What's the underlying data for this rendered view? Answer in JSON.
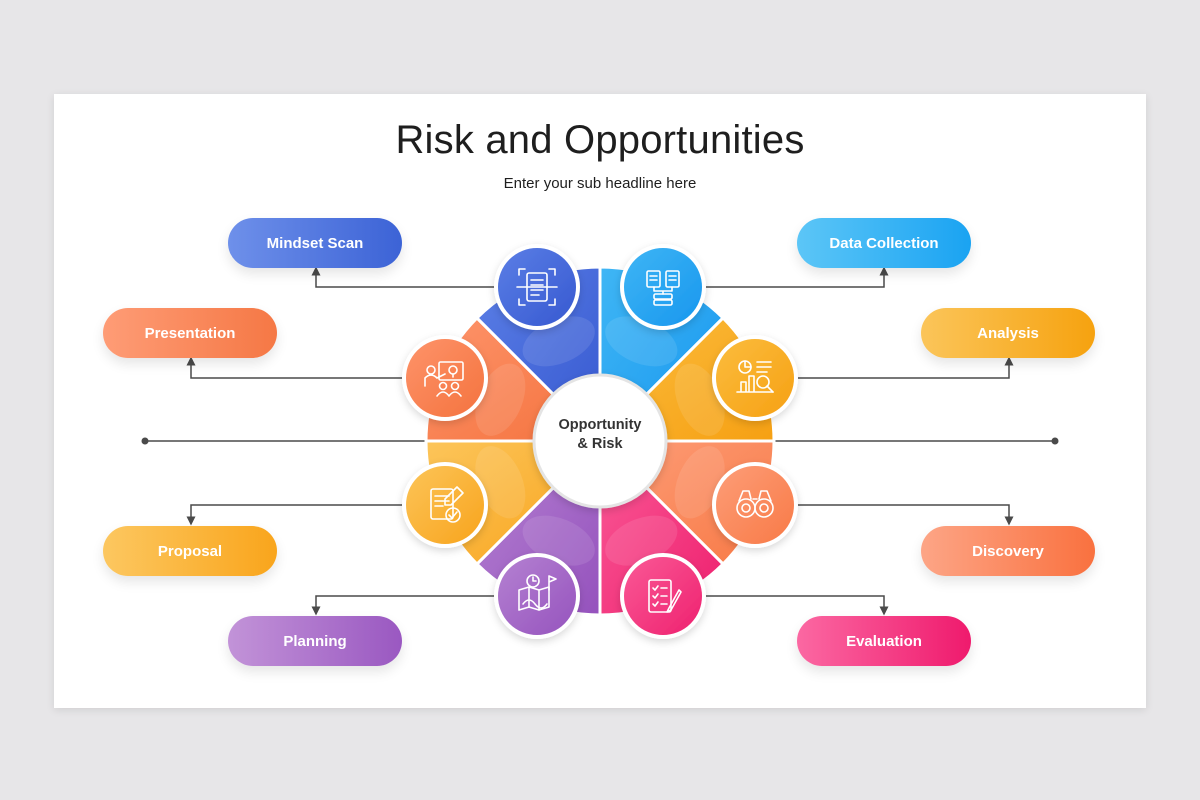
{
  "title": "Risk and Opportunities",
  "subtitle": "Enter your sub headline here",
  "center": {
    "line1": "Opportunity",
    "line2": "& Risk"
  },
  "items": [
    {
      "label": "Mindset Scan",
      "icon": "document-scan-icon",
      "color_from": "#6e90ea",
      "color_to": "#3c63d6"
    },
    {
      "label": "Data Collection",
      "icon": "data-documents-icon",
      "color_from": "#5cc6f7",
      "color_to": "#1aa3f2"
    },
    {
      "label": "Analysis",
      "icon": "chart-magnifier-icon",
      "color_from": "#fbc55a",
      "color_to": "#f6a20f"
    },
    {
      "label": "Discovery",
      "icon": "binoculars-icon",
      "color_from": "#fda586",
      "color_to": "#f9713f"
    },
    {
      "label": "Evaluation",
      "icon": "checklist-pen-icon",
      "color_from": "#fb68a2",
      "color_to": "#ef1a6d"
    },
    {
      "label": "Planning",
      "icon": "map-flag-icon",
      "color_from": "#c293d8",
      "color_to": "#9a58c1"
    },
    {
      "label": "Proposal",
      "icon": "document-check-icon",
      "color_from": "#fcc760",
      "color_to": "#f9a51c"
    },
    {
      "label": "Presentation",
      "icon": "presenter-board-icon",
      "color_from": "#fe9c76",
      "color_to": "#f57845"
    }
  ]
}
